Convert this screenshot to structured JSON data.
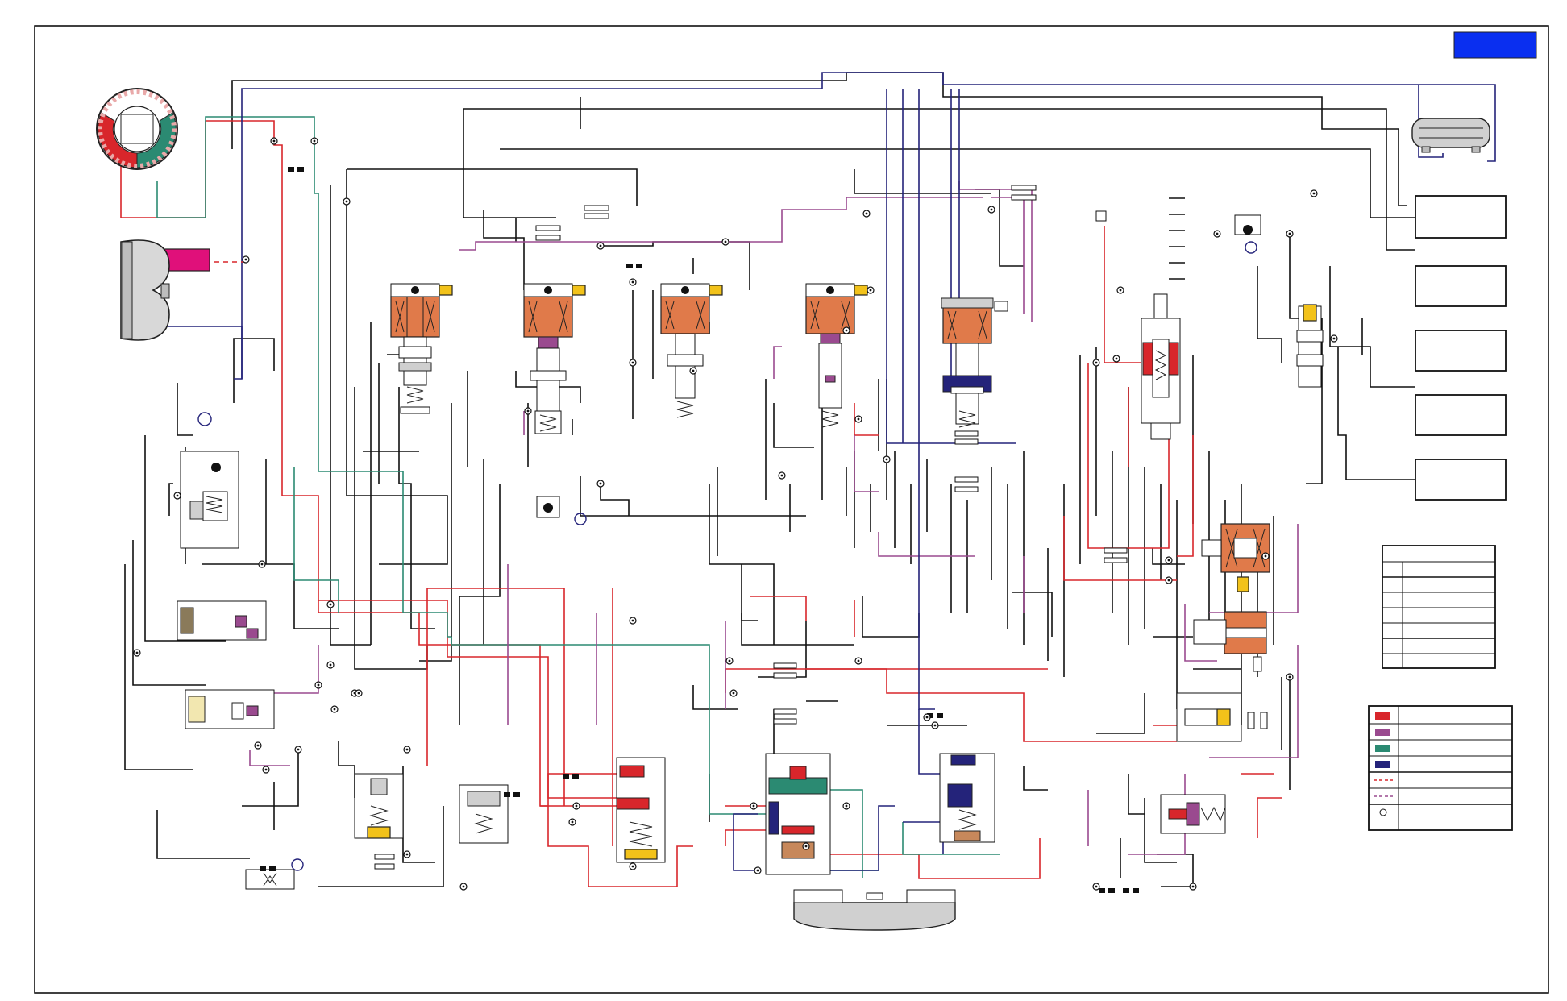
{
  "colors": {
    "line_pressure": "#d8262b",
    "regulated": "#9a4a8f",
    "lube": "#2b8a72",
    "exhaust": "#24237a",
    "title_box": "#0a2ff0",
    "pump_label_box": "#e0107a"
  },
  "legend_key": {
    "rows": [
      {
        "swatch": "#d8262b",
        "type": "solid"
      },
      {
        "swatch": "#9a4a8f",
        "type": "solid"
      },
      {
        "swatch": "#2b8a72",
        "type": "solid"
      },
      {
        "swatch": "#24237a",
        "type": "solid"
      },
      {
        "swatch": "#d8262b",
        "type": "dashed"
      },
      {
        "swatch": "#9a4a8f",
        "type": "dashed"
      },
      {
        "swatch": "#111111",
        "type": "node"
      }
    ]
  },
  "components": {
    "icons": [
      "oil-pump-gear-icon",
      "torque-converter-icon",
      "oil-cooler-icon",
      "solenoid-valve-icon",
      "spool-valve-icon",
      "check-ball-icon",
      "accumulator-icon",
      "filter-icon"
    ]
  }
}
